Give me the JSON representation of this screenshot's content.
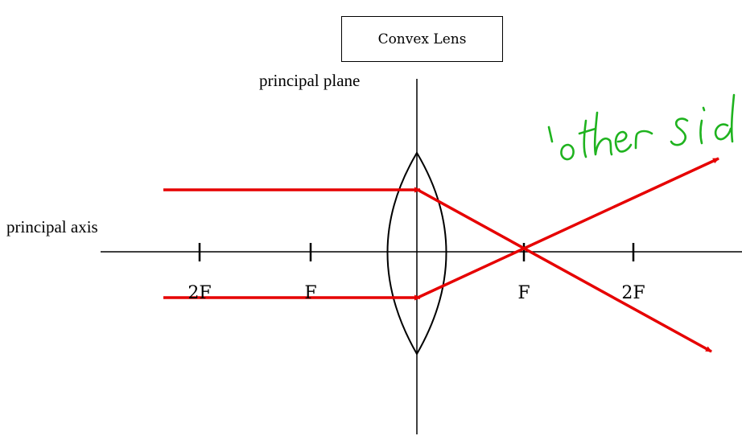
{
  "title": "Convex Lens",
  "labels": {
    "principal_plane": "principal plane",
    "principal_axis": "principal axis"
  },
  "axis_ticks": [
    "2F",
    "F",
    "F",
    "2F"
  ],
  "annotation": {
    "handwritten_text": "'other side"
  },
  "colors": {
    "rays": "#e60000",
    "lines": "#000000",
    "handwriting": "#1fb31f",
    "background": "#ffffff"
  }
}
